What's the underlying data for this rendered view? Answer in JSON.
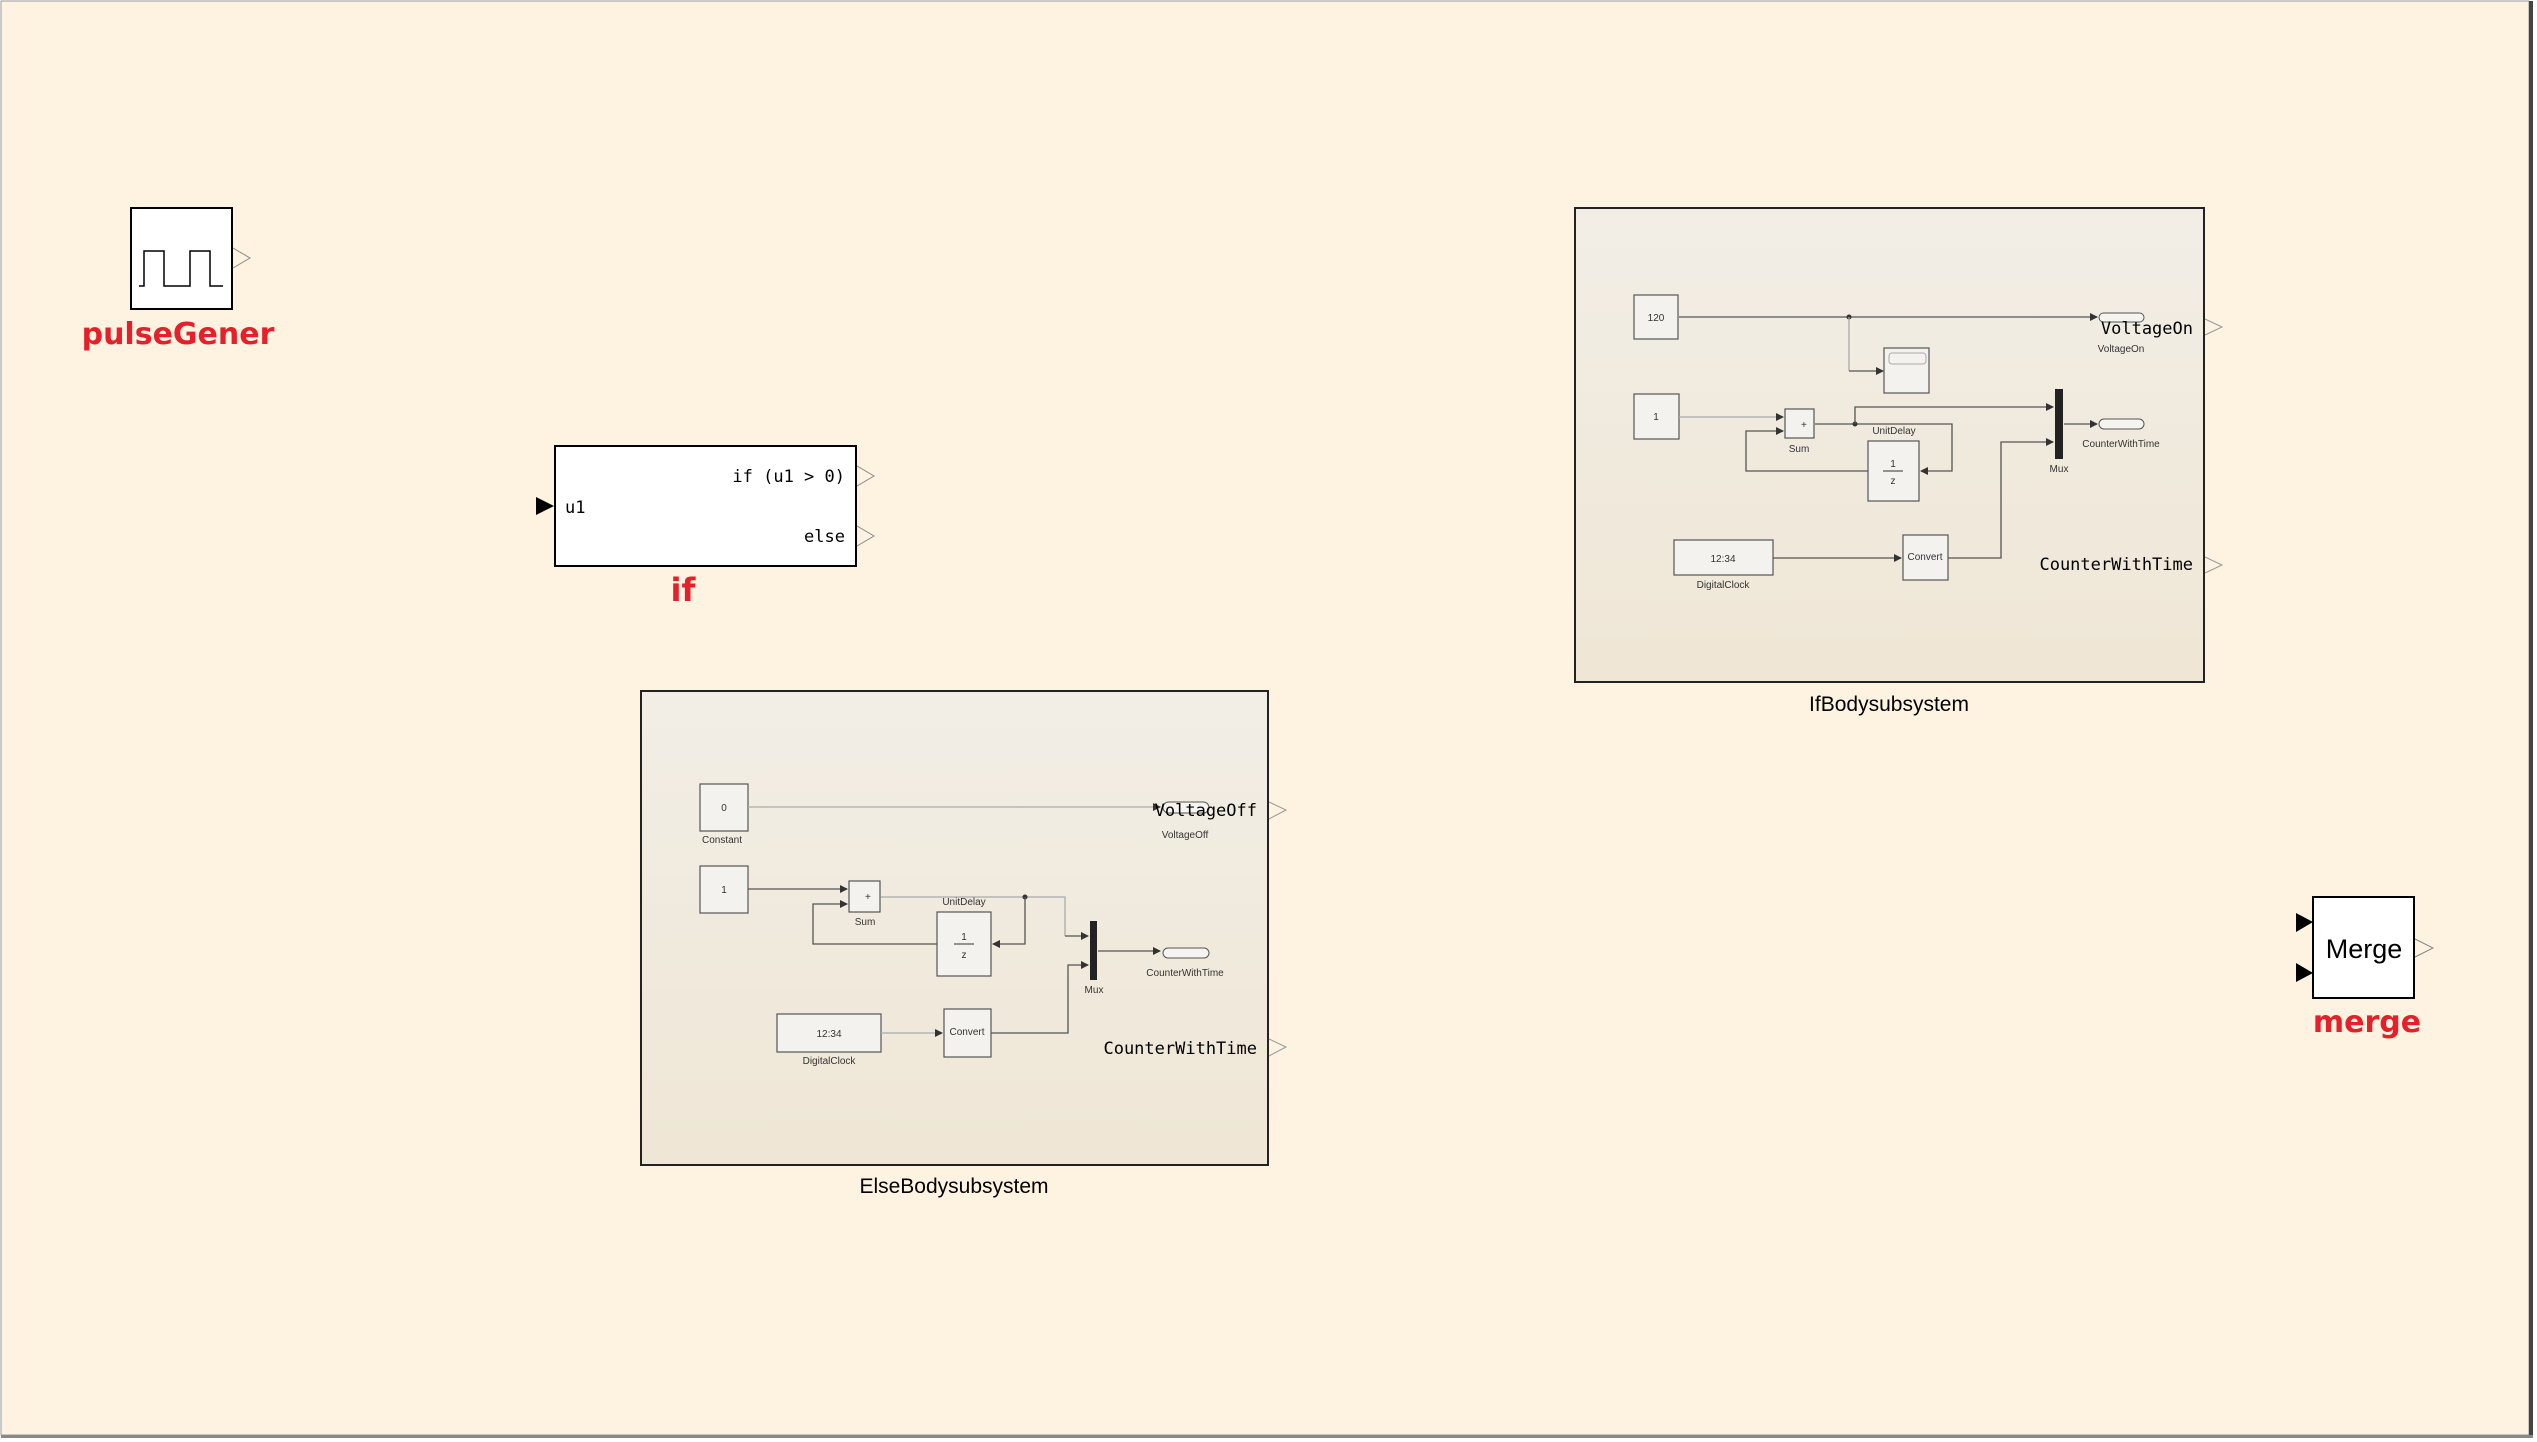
{
  "colors": {
    "canvas_bg": "#fdf3e0",
    "label_red": "#e5202a",
    "subsystem_bg": "#f1ebe0"
  },
  "blocks": {
    "pulse": {
      "label": "pulseGener"
    },
    "if_block": {
      "label": "if",
      "input_port": "u1",
      "output_if": "if (u1 > 0)",
      "output_else": "else"
    },
    "merge": {
      "label": "merge",
      "text": "Merge"
    },
    "if_body": {
      "label": "IfBodysubsystem",
      "const1_value": "120",
      "const2_value": "1",
      "sum_label": "Sum",
      "unit_delay_label": "UnitDelay",
      "unit_delay_num": "1",
      "unit_delay_den": "z",
      "mux_label": "Mux",
      "clock_value": "12:34",
      "clock_label": "DigitalClock",
      "convert_text": "Convert",
      "goto1_label": "VoltageOn",
      "goto2_label": "CounterWithTime",
      "port1": "VoltageOn",
      "port2": "CounterWithTime"
    },
    "else_body": {
      "label": "ElseBodysubsystem",
      "const1_value": "0",
      "const1_label": "Constant",
      "const2_value": "1",
      "sum_label": "Sum",
      "unit_delay_label": "UnitDelay",
      "unit_delay_num": "1",
      "unit_delay_den": "z",
      "mux_label": "Mux",
      "clock_value": "12:34",
      "clock_label": "DigitalClock",
      "convert_text": "Convert",
      "goto1_label": "VoltageOff",
      "goto2_label": "CounterWithTime",
      "port1": "VoltageOff",
      "port2": "CounterWithTime"
    }
  }
}
